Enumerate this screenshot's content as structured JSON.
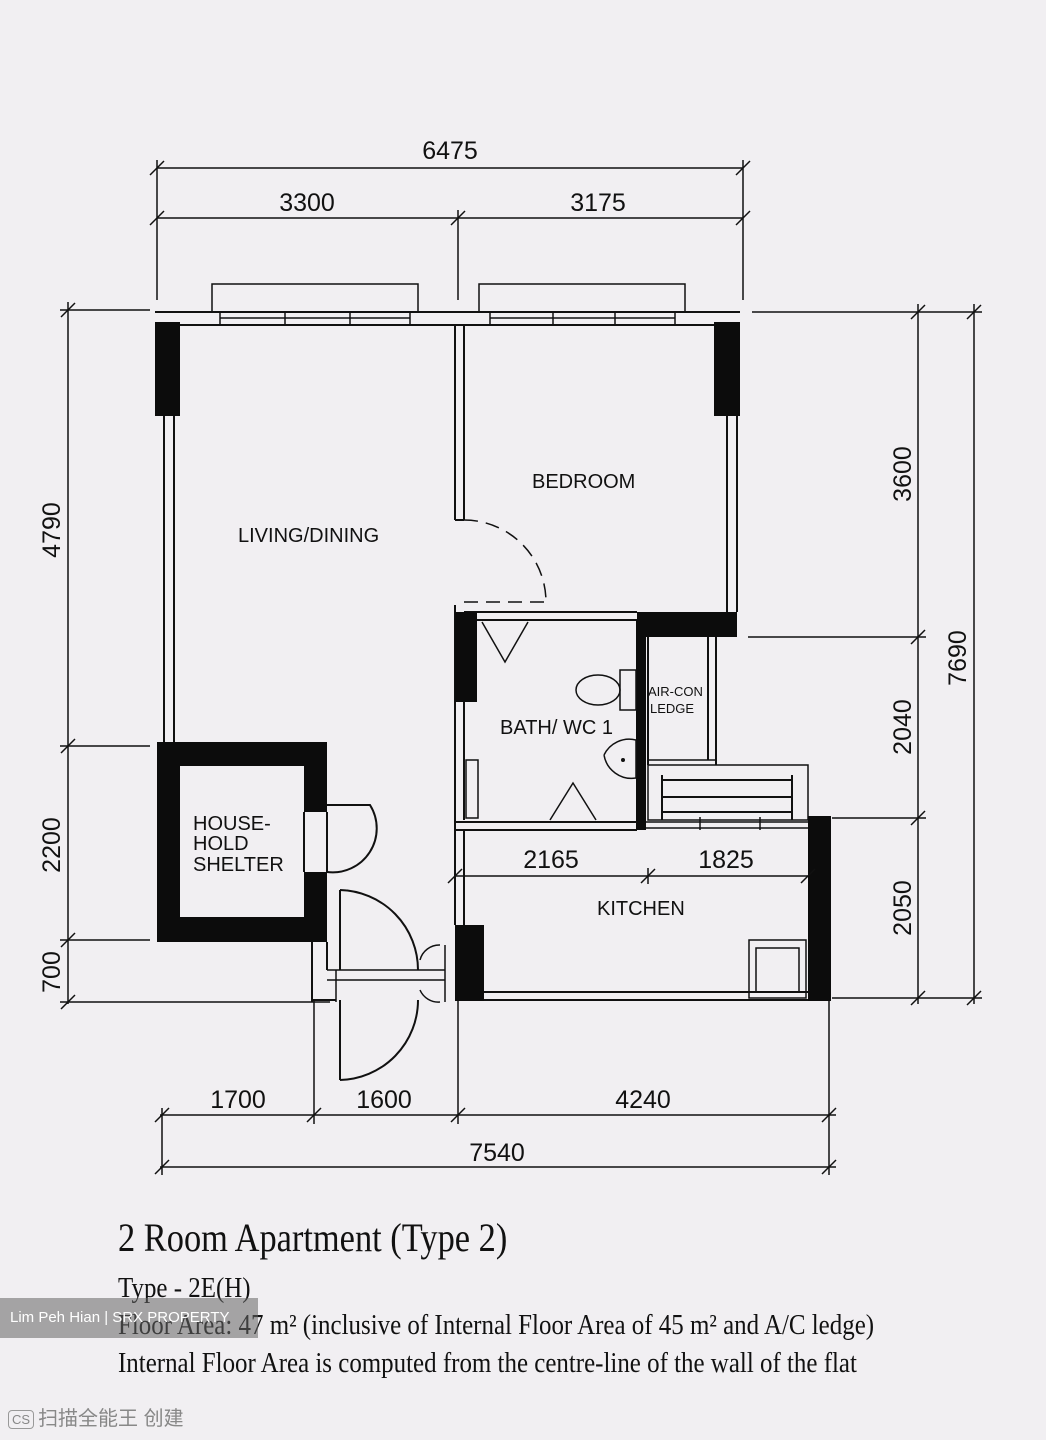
{
  "dimensions": {
    "top_total": "6475",
    "top_left": "3300",
    "top_right": "3175",
    "bottom_total": "7540",
    "bottom_1": "1700",
    "bottom_2": "1600",
    "bottom_3": "4240",
    "left_upper": "4790",
    "left_middle": "2200",
    "left_lower": "700",
    "right_total": "7690",
    "right_upper": "3600",
    "right_middle": "2040",
    "right_lower": "2050",
    "kitchen_left": "2165",
    "kitchen_right": "1825"
  },
  "rooms": {
    "living": "LIVING/DINING",
    "bedroom": "BEDROOM",
    "bath": "BATH/ WC 1",
    "aircon_1": "AIR-CON",
    "aircon_2": "LEDGE",
    "shelter_1": "HOUSE-",
    "shelter_2": "HOLD",
    "shelter_3": "SHELTER",
    "kitchen": "KITCHEN"
  },
  "caption": {
    "title": "2 Room Apartment (Type 2)",
    "type": "Type - 2E(H)",
    "floor_area": "Floor Area: 47 m²   (inclusive of Internal Floor Area of 45 m²  and A/C ledge)",
    "note": "Internal Floor Area is computed from the centre-line of the wall of the flat"
  },
  "watermark": "Lim Peh Hian | SRX PROPERTY",
  "scanner": {
    "badge": "CS",
    "text": "扫描全能王 创建"
  }
}
